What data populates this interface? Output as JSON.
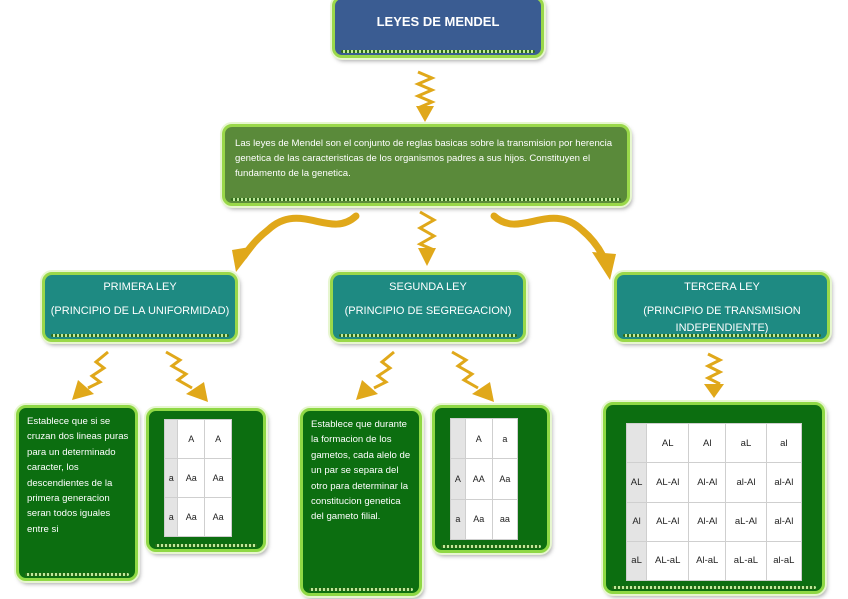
{
  "title": "LEYES DE MENDEL",
  "description": "Las leyes de Mendel son el conjunto de reglas basicas sobre la transmision por herencia genetica de las caracteristicas de los organismos padres a sus hijos. Constituyen el fundamento de la genetica.",
  "laws": [
    {
      "name": "PRIMERA LEY",
      "principle": "(PRINCIPIO DE LA UNIFORMIDAD)"
    },
    {
      "name": "SEGUNDA LEY",
      "principle": "(PRINCIPIO DE SEGREGACION)"
    },
    {
      "name": "TERCERA LEY",
      "principle": "(PRINCIPIO DE TRANSMISION INDEPENDIENTE)"
    }
  ],
  "first_law_text": "Establece que si se cruzan dos lineas puras para un determinado caracter, los descendientes de la primera generacion seran todos iguales entre si",
  "second_law_text": "Establece que durante la formacion de los gametos, cada alelo de un par se separa del otro para determinar la constitucion genetica del gameto filial.",
  "table1": [
    [
      "",
      "A",
      "A"
    ],
    [
      "a",
      "Aa",
      "Aa"
    ],
    [
      "a",
      "Aa",
      "Aa"
    ]
  ],
  "table2": [
    [
      "",
      "A",
      "a"
    ],
    [
      "A",
      "AA",
      "Aa"
    ],
    [
      "a",
      "Aa",
      "aa"
    ]
  ],
  "table3": [
    [
      "",
      "AL",
      "Al",
      "aL",
      "al"
    ],
    [
      "AL",
      "AL-Al",
      "Al-Al",
      "al-Al",
      "al-Al"
    ],
    [
      "Al",
      "AL-Al",
      "Al-Al",
      "aL-Al",
      "al-Al"
    ],
    [
      "aL",
      "AL-aL",
      "Al-aL",
      "aL-aL",
      "al-aL"
    ]
  ],
  "colors": {
    "title_box": "#3a5c92",
    "desc_box": "#5a8a3a",
    "law_box": "#1e8a82",
    "text_box": "#0c6e10",
    "border": "#9ad84a",
    "arrow": "#e0a81a"
  }
}
